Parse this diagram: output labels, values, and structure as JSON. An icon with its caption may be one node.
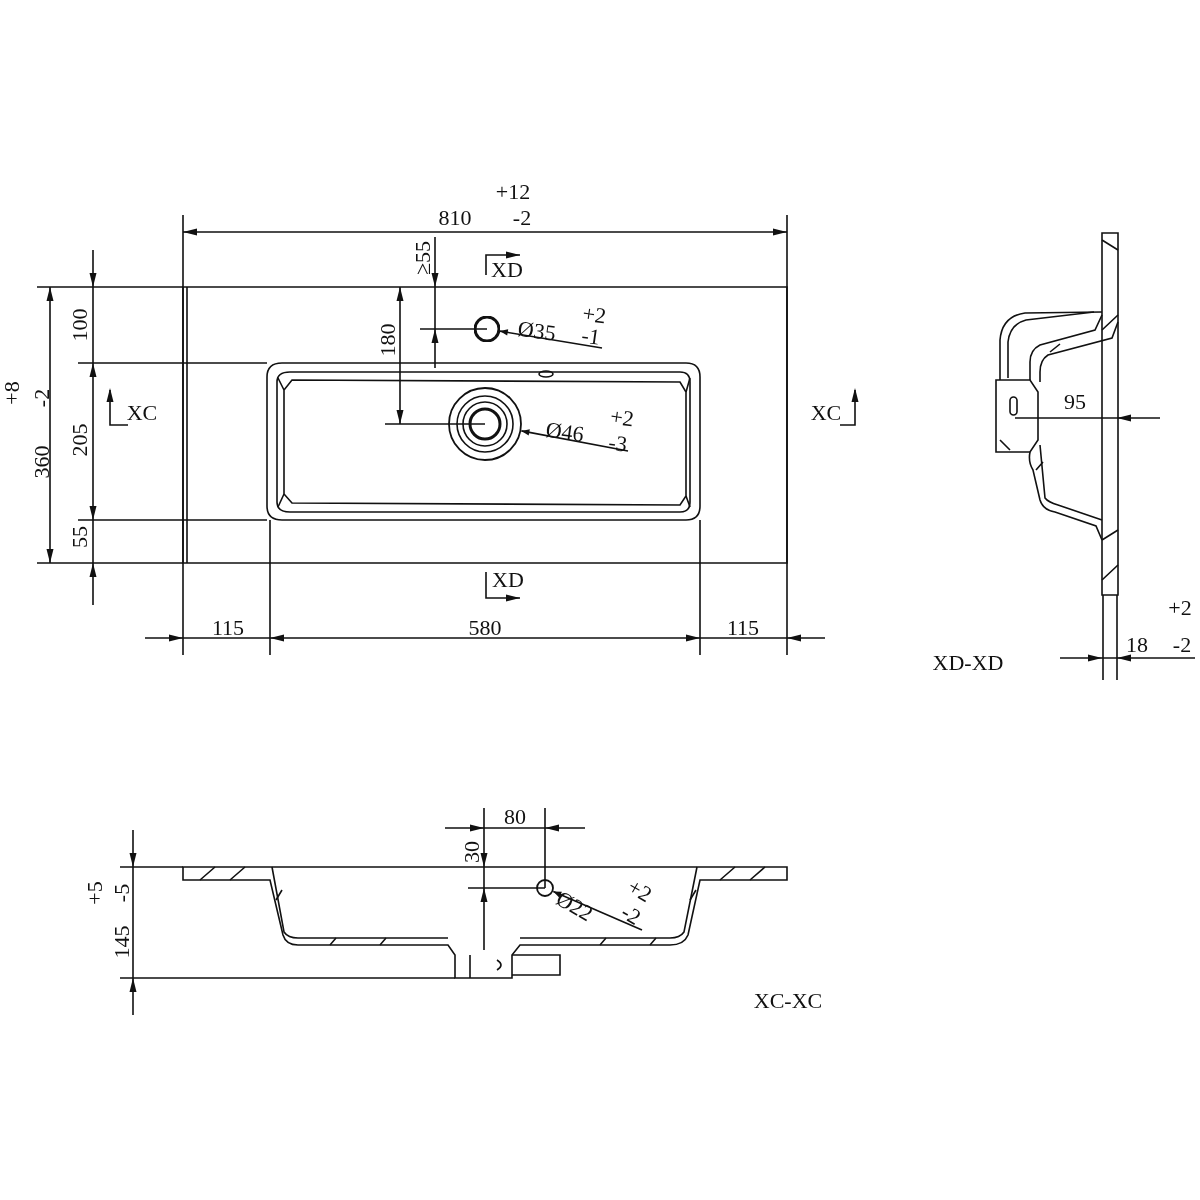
{
  "diagram": {
    "nodes": [
      {
        "text": [
          "Ø35",
          "+2",
          "-1"
        ]
      },
      {
        "text": [],
        "shape": "circle"
      },
      {
        "text": [
          "Ø46",
          "+2",
          "-3"
        ]
      },
      {
        "text": [],
        "shape": "circle"
      },
      {
        "text": [
          "Ø22",
          "+2",
          "-2"
        ]
      },
      {
        "text": [],
        "shape": "circle"
      }
    ],
    "edges": [
      {
        "from": 0,
        "to": 1,
        "arrow": "to"
      },
      {
        "from": 2,
        "to": 3,
        "arrow": "to"
      },
      {
        "from": 4,
        "to": 5,
        "arrow": "to"
      }
    ],
    "labels": [
      "810",
      "+12",
      "-2",
      "≥55",
      "XD",
      "+8",
      "360",
      "-2",
      "100",
      "180",
      "XC",
      "XC",
      "205",
      "55",
      "XD",
      "115",
      "580",
      "115",
      "95",
      "+2",
      "18",
      "-2",
      "XD-XD",
      "80",
      "30",
      "+5",
      "-5",
      "145",
      "XC-XC"
    ]
  }
}
